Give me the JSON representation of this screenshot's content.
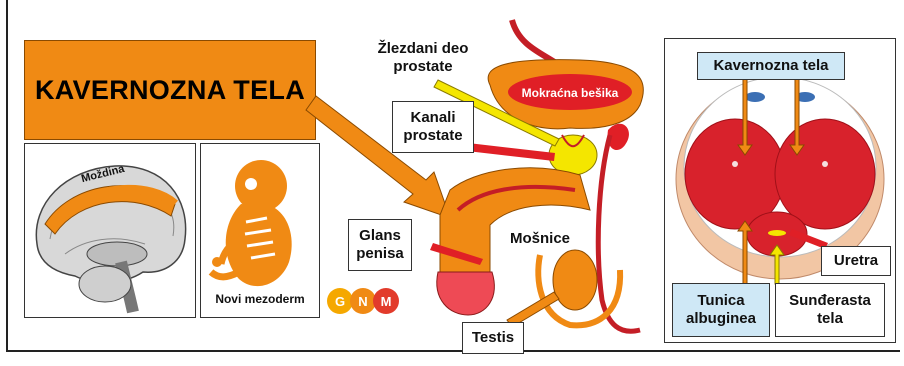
{
  "title": "KAVERNOZNA TELA",
  "brain": {
    "label": "Moždina"
  },
  "embryo": {
    "caption": "Novi mezoderm"
  },
  "logo": {
    "letters": [
      "G",
      "N",
      "M"
    ],
    "colors": [
      "#f5a800",
      "#f08a14",
      "#e23b2b"
    ]
  },
  "anatomy": {
    "labels": {
      "glandular_prostate": "Žlezdani deo\nprostate",
      "prostate_ducts": "Kanali\nprostate",
      "bladder": "Mokraćna bešika",
      "glans": "Glans\npenisa",
      "scrotum": "Mošnice",
      "testis": "Testis"
    }
  },
  "cross_section": {
    "cavernous": "Kavernozna tela",
    "urethra": "Uretra",
    "tunica": "Tunica\nalbuginea",
    "spongy": "Sunđerasta\ntela"
  },
  "colors": {
    "orange": "#f08a14",
    "red": "#d7282f",
    "yellow": "#f4e600",
    "blue": "#cfe8f6"
  }
}
